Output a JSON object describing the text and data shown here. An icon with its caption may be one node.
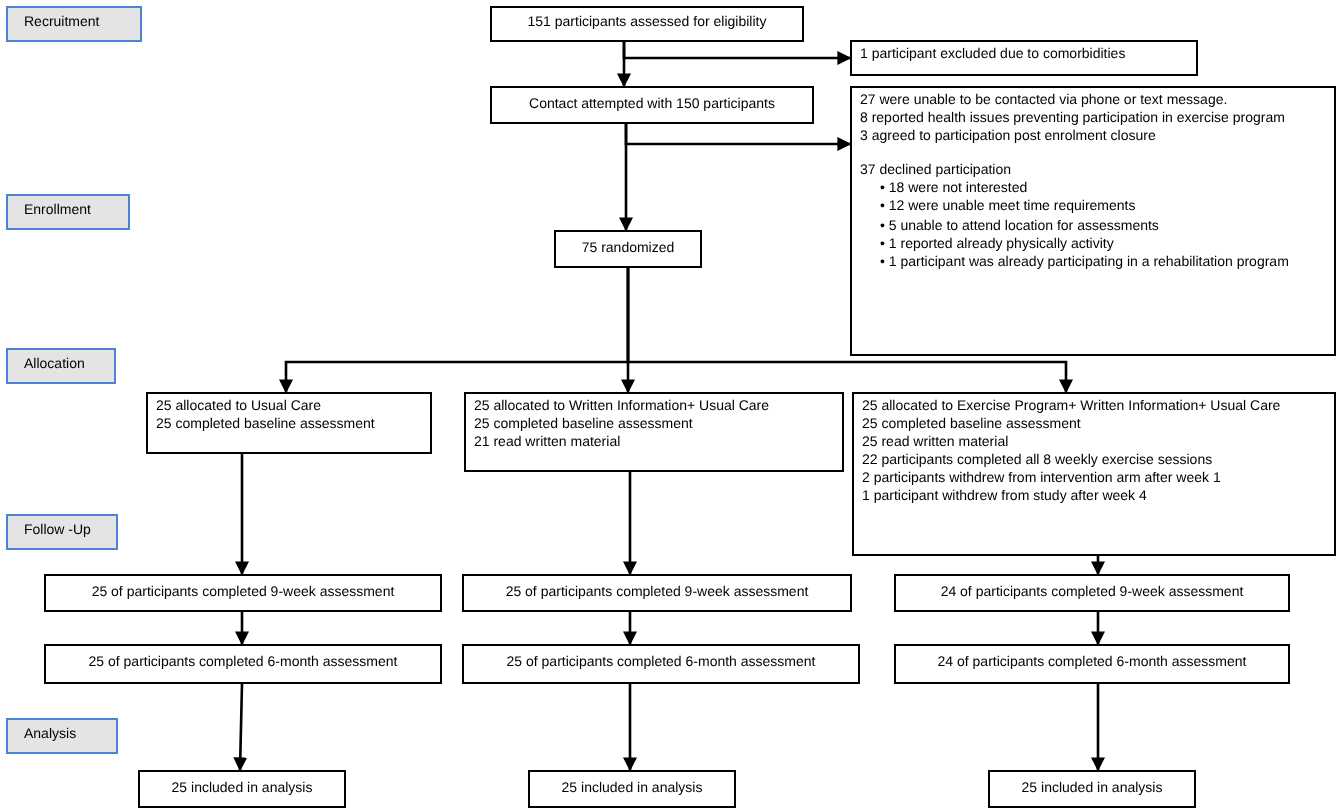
{
  "diagram": {
    "nodes": [
      {
        "text": [
          "Recruitment"
        ]
      },
      {
        "text": [
          "Enrollment"
        ]
      },
      {
        "text": [
          "Allocation"
        ]
      },
      {
        "text": [
          "Follow -Up"
        ]
      },
      {
        "text": [
          "Analysis"
        ]
      },
      {
        "text": [
          "151 participants assessed for eligibility"
        ]
      },
      {
        "text": [
          "1 participant excluded due to comorbidities"
        ]
      },
      {
        "text": [
          "Contact attempted with 150 participants"
        ]
      },
      {
        "text": [
          "27 were unable to be contacted via phone or text message.",
          "8 reported health issues preventing participation in exercise program",
          "3 agreed to participation post enrolment closure",
          "37 declined participation",
          "• 18 were not interested",
          "• 12 were unable meet time requirements",
          "• 5 unable to attend location for assessments",
          "• 1 reported already physically activity",
          "• 1 participant was already participating in a rehabilitation program"
        ]
      },
      {
        "text": [
          "75 randomized"
        ]
      },
      {
        "text": [
          "25 allocated to Usual Care",
          "25 completed baseline assessment"
        ]
      },
      {
        "text": [
          "25 allocated to Written Information+ Usual Care",
          "25 completed baseline assessment",
          "21 read written material"
        ]
      },
      {
        "text": [
          "25 allocated to Exercise Program+ Written Information+ Usual Care",
          "25 completed baseline assessment",
          "25 read written material",
          "22 participants completed all 8 weekly exercise sessions",
          "2 participants withdrew from intervention arm after week 1",
          "1 participant withdrew from study after week 4"
        ]
      },
      {
        "text": [
          "25 of participants completed 9-week assessment"
        ]
      },
      {
        "text": [
          "25 of participants completed 9-week assessment"
        ]
      },
      {
        "text": [
          "24  of participants completed 9-week assessment"
        ]
      },
      {
        "text": [
          "25 of participants completed 6-month assessment"
        ]
      },
      {
        "text": [
          "25 of participants completed 6-month assessment"
        ]
      },
      {
        "text": [
          "24 of participants completed 6-month assessment"
        ]
      },
      {
        "text": [
          "25 included in analysis"
        ]
      },
      {
        "text": [
          "25 included in analysis"
        ]
      },
      {
        "text": [
          "25 included in analysis"
        ]
      }
    ],
    "edges": [
      {
        "from": 5,
        "to": 7,
        "arrow": "to"
      },
      {
        "from": 5,
        "to": 6,
        "arrow": "to"
      },
      {
        "from": 7,
        "to": 9,
        "arrow": "to"
      },
      {
        "from": 7,
        "to": 8,
        "arrow": "to"
      },
      {
        "from": 9,
        "to": 10,
        "arrow": "to"
      },
      {
        "from": 9,
        "to": 11,
        "arrow": "to"
      },
      {
        "from": 9,
        "to": 12,
        "arrow": "to"
      },
      {
        "from": 10,
        "to": 13,
        "arrow": "to"
      },
      {
        "from": 11,
        "to": 14,
        "arrow": "to"
      },
      {
        "from": 12,
        "to": 15,
        "arrow": "to"
      },
      {
        "from": 13,
        "to": 16,
        "arrow": "to"
      },
      {
        "from": 14,
        "to": 17,
        "arrow": "to"
      },
      {
        "from": 15,
        "to": 18,
        "arrow": "to"
      },
      {
        "from": 16,
        "to": 19,
        "arrow": "to"
      },
      {
        "from": 17,
        "to": 20,
        "arrow": "to"
      },
      {
        "from": 18,
        "to": 21,
        "arrow": "to"
      }
    ]
  }
}
